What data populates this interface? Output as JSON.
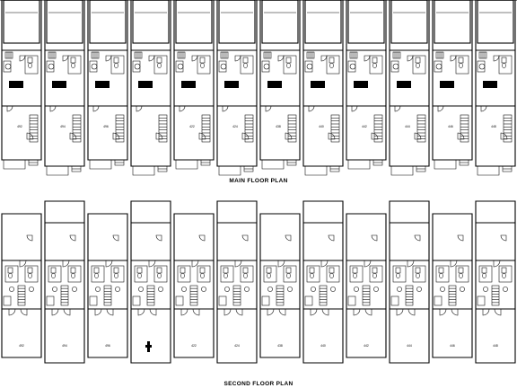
{
  "captions": {
    "main": "MAIN FLOOR PLAN",
    "second": "SECOND FLOOR PLAN"
  },
  "main_units": [
    {
      "number": "492"
    },
    {
      "number": "494"
    },
    {
      "number": "496"
    },
    {
      "number": ""
    },
    {
      "number": "422"
    },
    {
      "number": "424"
    },
    {
      "number": "438"
    },
    {
      "number": "440"
    },
    {
      "number": "442"
    },
    {
      "number": "444"
    },
    {
      "number": "446"
    },
    {
      "number": "448"
    }
  ],
  "second_units": [
    {
      "number": "492"
    },
    {
      "number": "494"
    },
    {
      "number": "496"
    },
    {
      "number": ""
    },
    {
      "number": "422"
    },
    {
      "number": "424"
    },
    {
      "number": "438"
    },
    {
      "number": "440"
    },
    {
      "number": "442"
    },
    {
      "number": "444"
    },
    {
      "number": "446"
    },
    {
      "number": "448"
    }
  ],
  "colors": {
    "line": "#000000",
    "background": "#ffffff"
  }
}
